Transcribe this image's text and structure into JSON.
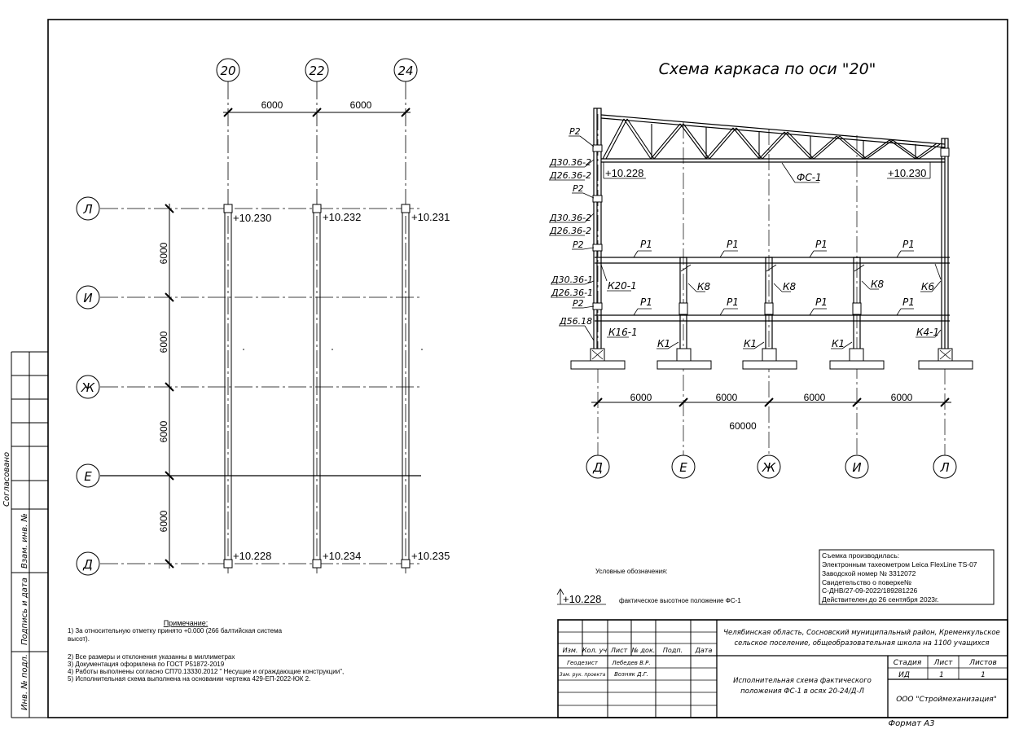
{
  "title": "Схема каркаса по оси \"20\"",
  "plan": {
    "axes_x": [
      "20",
      "22",
      "24"
    ],
    "spans_x": [
      "6000",
      "6000"
    ],
    "axes_y": [
      "Л",
      "И",
      "Ж",
      "Е",
      "Д"
    ],
    "spans_y": [
      "6000",
      "6000",
      "6000",
      "6000"
    ],
    "top_elevations": [
      "+10.230",
      "+10.232",
      "+10.231"
    ],
    "bottom_elevations": [
      "+10.228",
      "+10.234",
      "+10.235"
    ]
  },
  "frame": {
    "left_marks": [
      "Р2",
      "Д30.36-2",
      "Д26.36-2",
      "Р2",
      "Д30.36-2",
      "Д26.36-2",
      "Р2",
      "Д30.36-1",
      "Д26.36-1",
      "Р2",
      "Д56.18"
    ],
    "elev_left": "+10.228",
    "elev_right": "+10.230",
    "truss": "ФС-1",
    "beam": "Р1",
    "col_left_upper": "К20-1",
    "col_left_lower": "К16-1",
    "col_mid": "К8",
    "col_right_upper": "К6",
    "col_right_lower": "К4-1",
    "col_base": "К1",
    "spans": [
      "6000",
      "6000",
      "6000",
      "6000"
    ],
    "total": "60000",
    "axes": [
      "Д",
      "Е",
      "Ж",
      "И",
      "Л"
    ]
  },
  "legend": {
    "title": "Условные обозначения:",
    "sample": "+10.228",
    "text": "фактическое высотное положение ФС-1"
  },
  "survey": {
    "lines": [
      "Съемка производилась:",
      "Электронным тахеометром Leica FlexLine TS-07",
      "Заводской номер № 3312072",
      "Свидетельство о поверке№",
      "С-ДНВ/27-09-2022/189281226",
      "Действителен до 26 сентября 2023г."
    ]
  },
  "notes": {
    "title": "Примечание:",
    "items": [
      "1)    За относительную отметку принято +0.000  (266 балтийская система",
      "         высот).",
      "2)    Все размеры и отклонения указанны в миллиметрах",
      "3)    Документация оформлена по ГОСТ Р51872-2019",
      "4)    Работы выполнены согласно СП70.13330.2012 \" Несущие и ограждающие конструкции\",",
      "5)    Исполнительная схема выполнена на основании чертежа 429-ЕП-2022-ЮК 2."
    ]
  },
  "stamp": {
    "headers": [
      "Изм.",
      "Кол. уч",
      "Лист",
      "№ док.",
      "Подп.",
      "Дата"
    ],
    "role1": "Геодезист",
    "name1": "Лебедев В.Р.",
    "role2": "Зам. рук. проекта",
    "name2": "Возняк Д.Г.",
    "project": "Челябинская область, Сосновский муниципальный район, Кременкульское сельское поселение, общеобразовательная школа на 1100 учащихся",
    "project_line1": "Челябинская область, Сосновский муниципальный район, Кременкульское",
    "project_line2": "сельское поселение, общеобразовательная школа на 1100 учащихся",
    "doc_line1": "Исполнительная схема фактического",
    "doc_line2": "положения ФС-1 в осях 20-24/Д-Л",
    "stage_h": "Стадия",
    "sheet_h": "Лист",
    "sheets_h": "Листов",
    "stage": "ИД",
    "sheet": "1",
    "sheets": "1",
    "org": "ООО \"Строймеханизация\"",
    "format": "Формат А3"
  },
  "side": {
    "agreed": "Согласовано",
    "inv_replace": "Взам. инв. №",
    "sign_date": "Подпись и дата",
    "inv_orig": "Инв. № подл."
  }
}
